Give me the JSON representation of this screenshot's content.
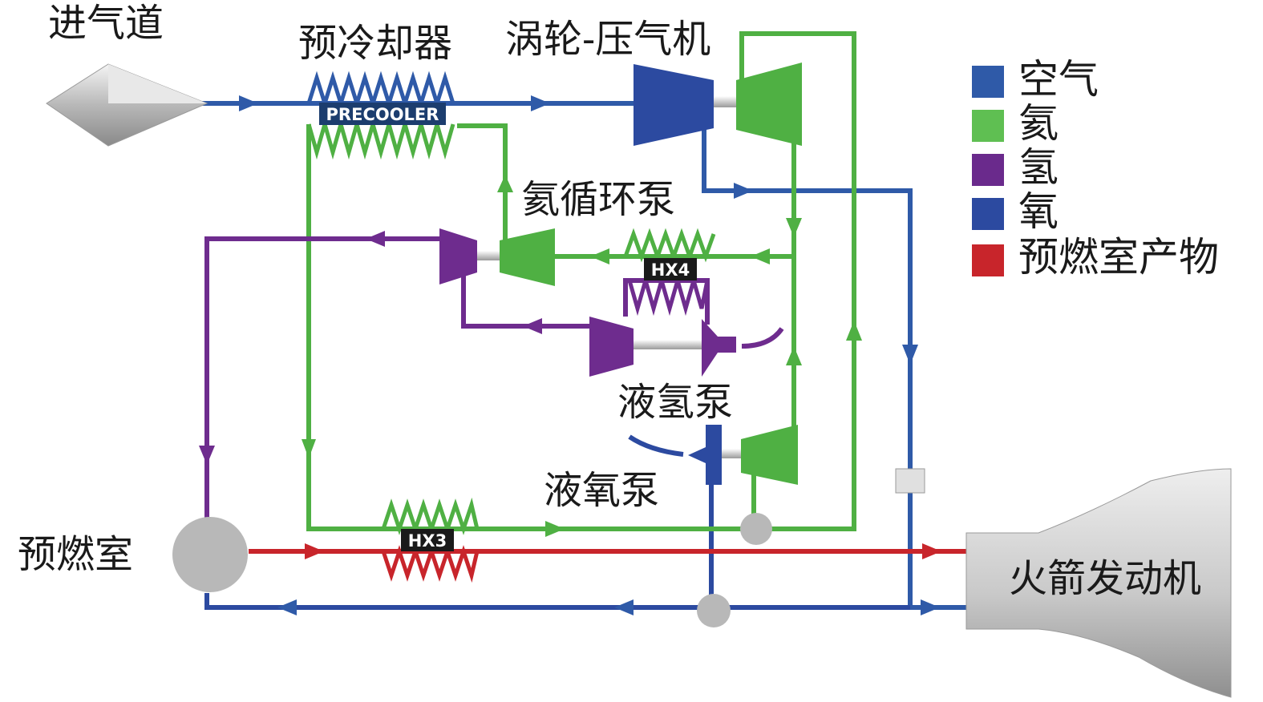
{
  "labels": {
    "inlet": "进气道",
    "precooler": "预冷却器",
    "turbo_compressor": "涡轮-压气机",
    "helium_pump": "氦循环泵",
    "lh2_pump": "液氢泵",
    "lox_pump": "液氧泵",
    "preburner": "预燃室",
    "rocket_engine": "火箭发动机"
  },
  "heat_exchangers": {
    "precooler": "PRECOOLER",
    "hx3": "HX3",
    "hx4": "HX4"
  },
  "legend": [
    {
      "label": "空气",
      "color": "#2f5aa8"
    },
    {
      "label": "氦",
      "color": "#5fbf52"
    },
    {
      "label": "氢",
      "color": "#6a2a8c"
    },
    {
      "label": "氧",
      "color": "#2c4aa0"
    },
    {
      "label": "预燃室产物",
      "color": "#c8252b"
    }
  ],
  "colors": {
    "air": "#2f5aa8",
    "helium": "#4fb043",
    "hydrogen": "#6e2c8e",
    "oxygen": "#2c4aa0",
    "products": "#c8252b"
  }
}
